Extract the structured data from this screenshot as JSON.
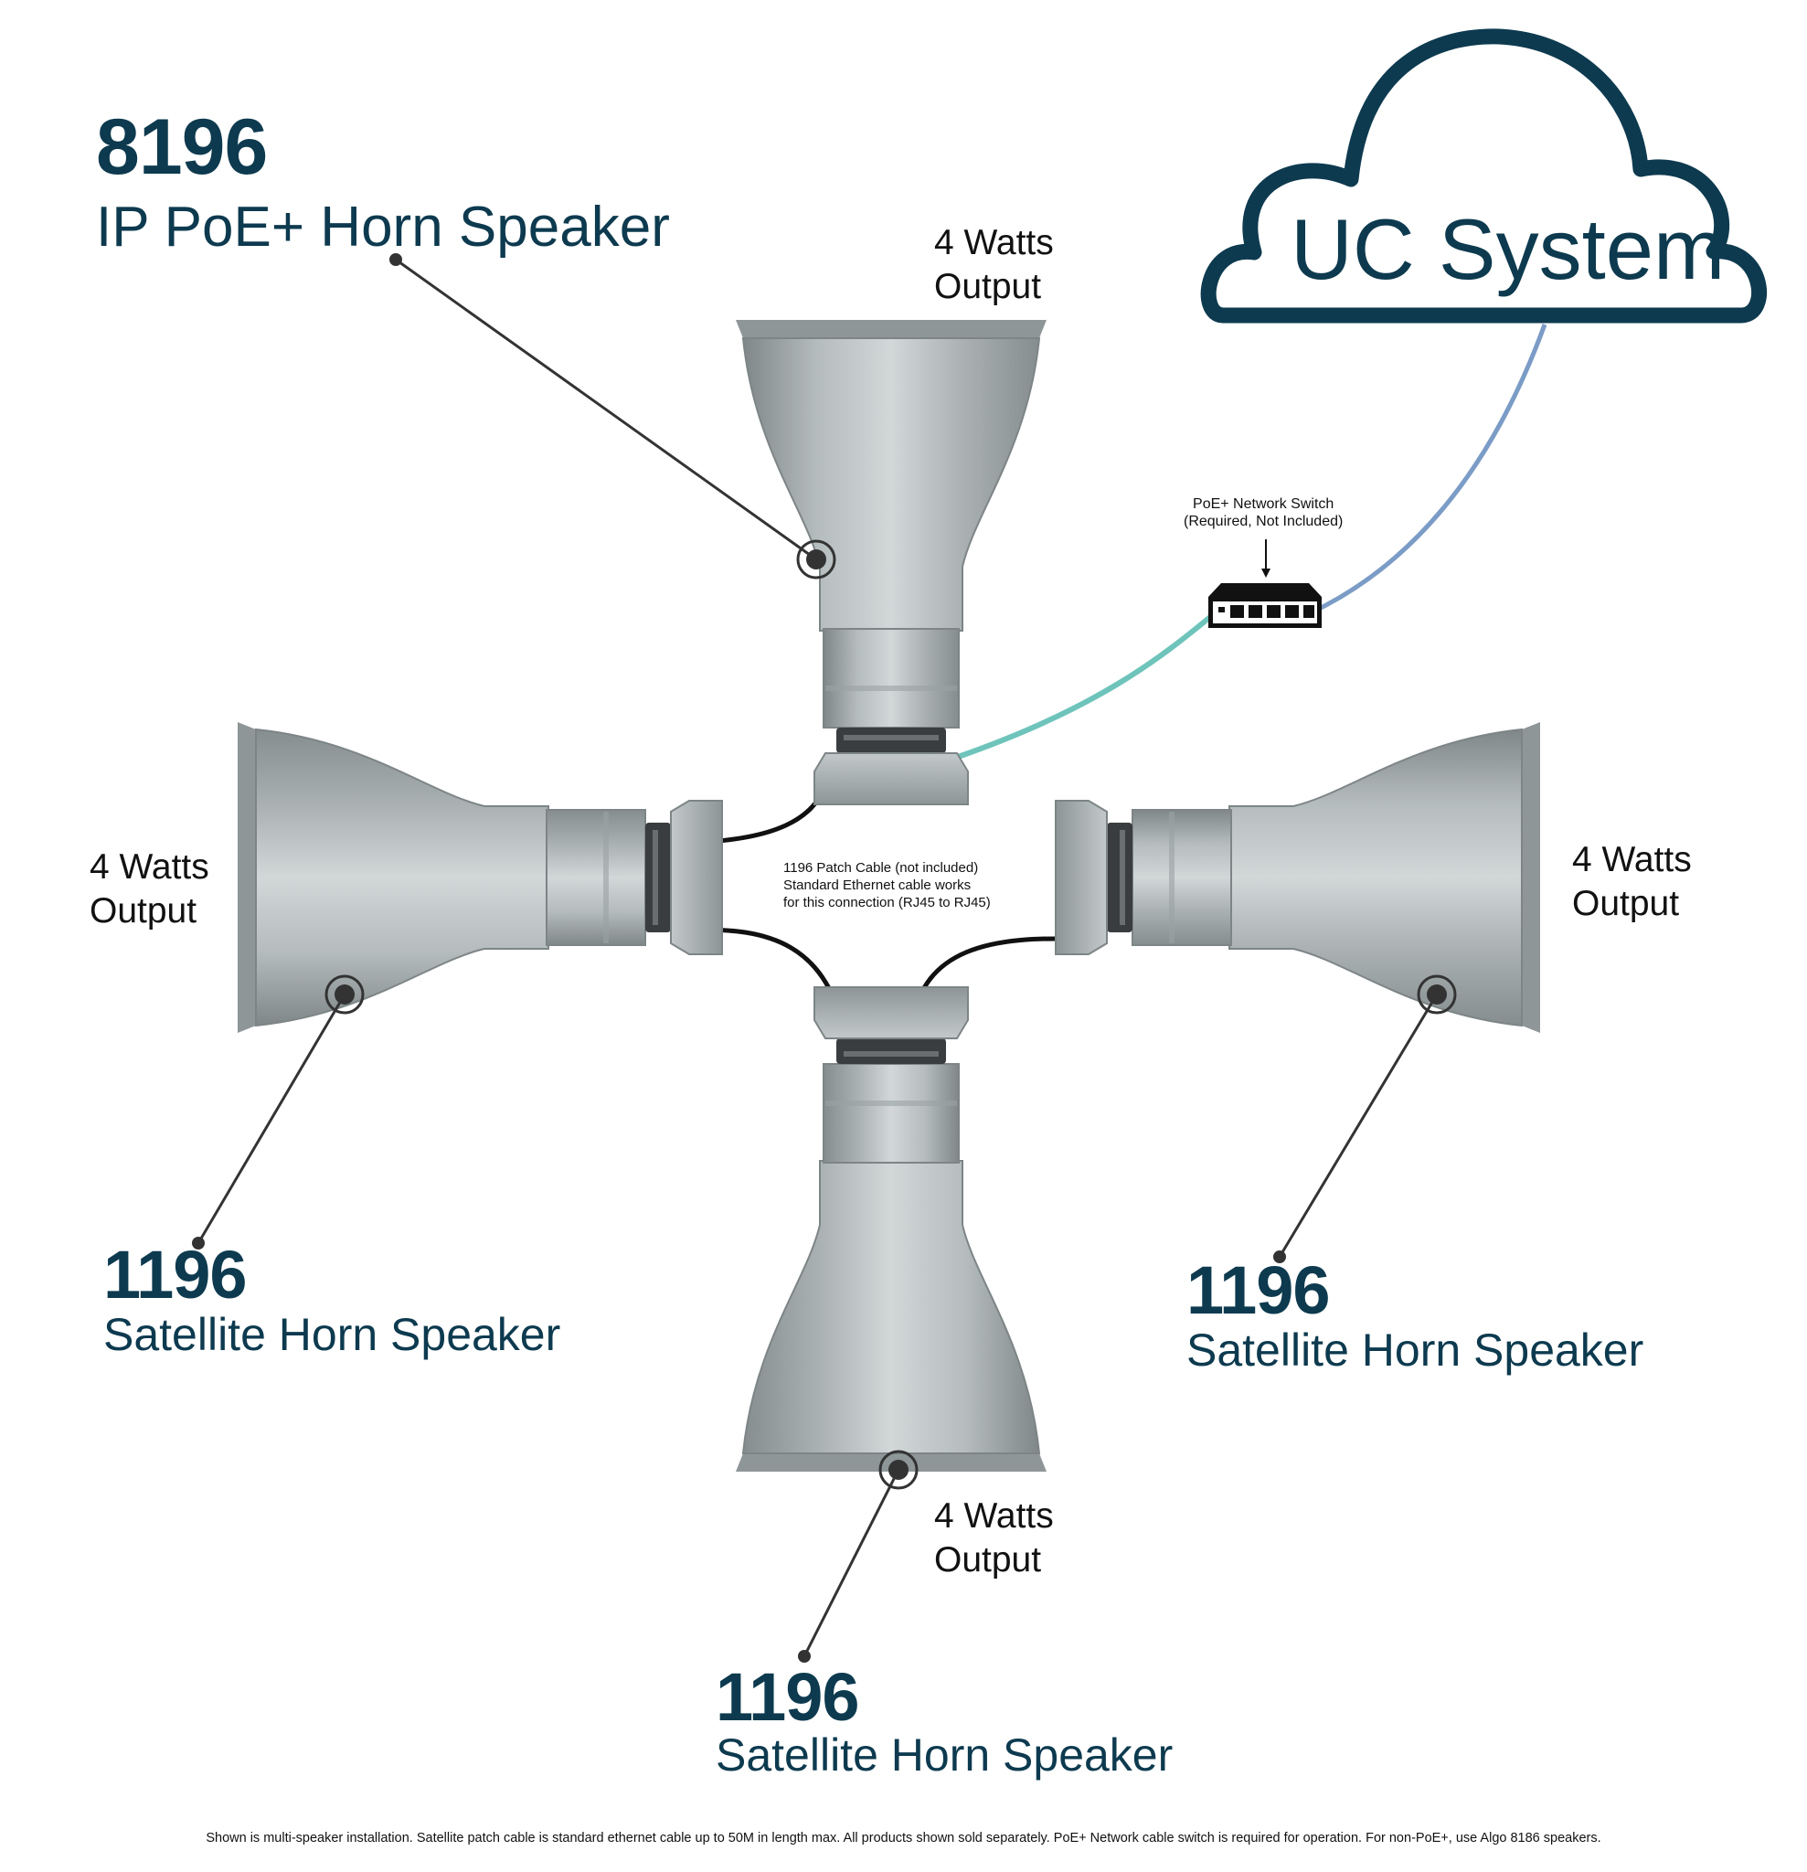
{
  "colors": {
    "brand_navy": "#0d3a4f",
    "horn_gray": "#a3aaab",
    "cable_black": "#111111",
    "cable_teal": "#6ec4bb",
    "cable_blue": "#7b9cc6"
  },
  "main_speaker": {
    "model": "8196",
    "description": "IP PoE+ Horn Speaker",
    "output": "4 Watts\nOutput"
  },
  "satellite_left": {
    "model": "1196",
    "description": "Satellite Horn Speaker",
    "output": "4 Watts\nOutput"
  },
  "satellite_right": {
    "model": "1196",
    "description": "Satellite Horn Speaker",
    "output": "4 Watts\nOutput"
  },
  "satellite_bottom": {
    "model": "1196",
    "description": "Satellite Horn Speaker",
    "output": "4 Watts\nOutput"
  },
  "cloud": {
    "label": "UC System",
    "icon": "cloud-icon"
  },
  "switch": {
    "label": "PoE+ Network Switch\n(Required, Not Included)",
    "icon": "network-switch-icon"
  },
  "patch_cable_note": "1196 Patch Cable (not included)\nStandard Ethernet cable works\nfor this connection (RJ45 to RJ45)",
  "footer": "Shown is multi-speaker installation. Satellite patch cable is standard ethernet cable up to 50M in length max.  All products shown sold separately. PoE+ Network cable switch is required for operation.  For non-PoE+, use Algo 8186 speakers."
}
